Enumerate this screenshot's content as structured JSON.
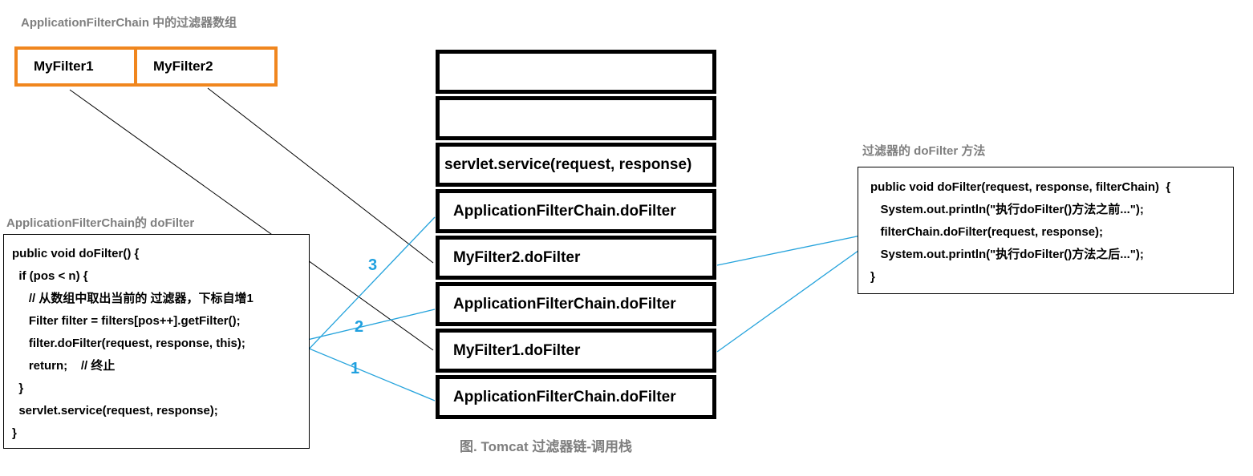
{
  "colors": {
    "line_blue": "#1fa0df",
    "box_orange": "#f0861e",
    "title_gray": "#7f7f7f"
  },
  "filter_array": {
    "title": "ApplicationFilterChain 中的过滤器数组",
    "items": [
      "MyFilter1",
      "MyFilter2"
    ]
  },
  "chain_code": {
    "title": "ApplicationFilterChain的 doFilter",
    "lines": [
      "public void doFilter() {",
      "  if (pos < n) {",
      "     // 从数组中取出当前的 过滤器，下标自增1",
      "     Filter filter = filters[pos++].getFilter();",
      "     filter.doFilter(request, response, this);",
      "     return;    // 终止",
      "  }",
      "  servlet.service(request, response);",
      "}"
    ]
  },
  "call_stack": {
    "cells": [
      "",
      "",
      "servlet.service(request, response)",
      "ApplicationFilterChain.doFilter",
      "MyFilter2.doFilter",
      "ApplicationFilterChain.doFilter",
      "MyFilter1.doFilter",
      "ApplicationFilterChain.doFilter"
    ],
    "caption": "图. Tomcat 过滤器链-调用栈"
  },
  "filter_code": {
    "title": "过滤器的 doFilter 方法",
    "lines": [
      "public void doFilter(request, response, filterChain)  {",
      "   System.out.println(\"执行doFilter()方法之前...\");",
      "   filterChain.doFilter(request, response);",
      "   System.out.println(\"执行doFilter()方法之后...\");",
      "}"
    ]
  },
  "step_labels": [
    "1",
    "2",
    "3"
  ]
}
